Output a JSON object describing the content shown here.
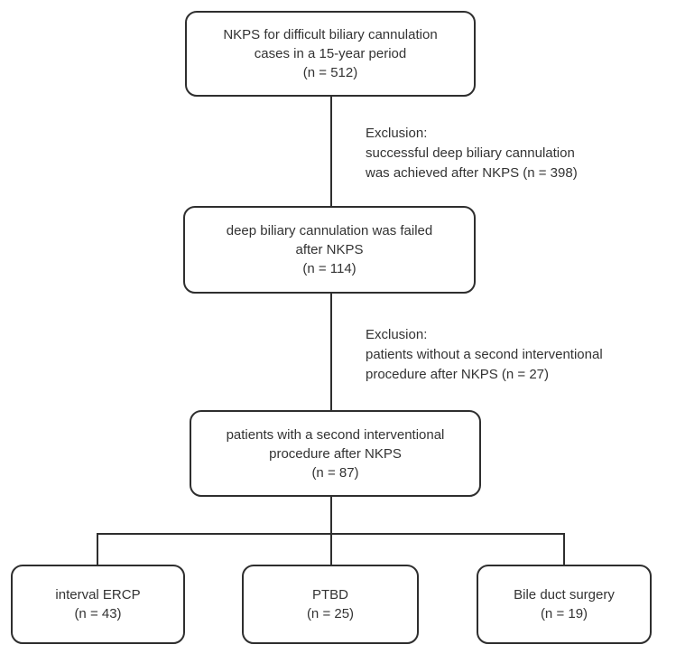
{
  "diagram": {
    "colors": {
      "line": "#2e2e2e",
      "text": "#333333",
      "background": "#ffffff"
    },
    "boxes": {
      "nkps_total": {
        "lines": [
          "NKPS for difficult biliary cannulation",
          "cases in a 15-year period",
          "(n = 512)"
        ]
      },
      "cannulation_failed": {
        "lines": [
          "deep biliary cannulation was failed",
          "after NKPS",
          "(n = 114)"
        ]
      },
      "second_procedure": {
        "lines": [
          "patients with a second interventional",
          "procedure after NKPS",
          "(n = 87)"
        ]
      },
      "interval_ercp": {
        "lines": [
          "interval ERCP",
          "(n = 43)"
        ]
      },
      "ptbd": {
        "lines": [
          "PTBD",
          "(n = 25)"
        ]
      },
      "bile_duct_surgery": {
        "lines": [
          "Bile duct surgery",
          "(n = 19)"
        ]
      }
    },
    "exclusions": {
      "first": {
        "lines": [
          "Exclusion:",
          "successful deep biliary cannulation",
          "was achieved after NKPS (n = 398)"
        ]
      },
      "second": {
        "lines": [
          "Exclusion:",
          "patients without a second interventional",
          "procedure after NKPS (n = 27)"
        ]
      }
    }
  }
}
